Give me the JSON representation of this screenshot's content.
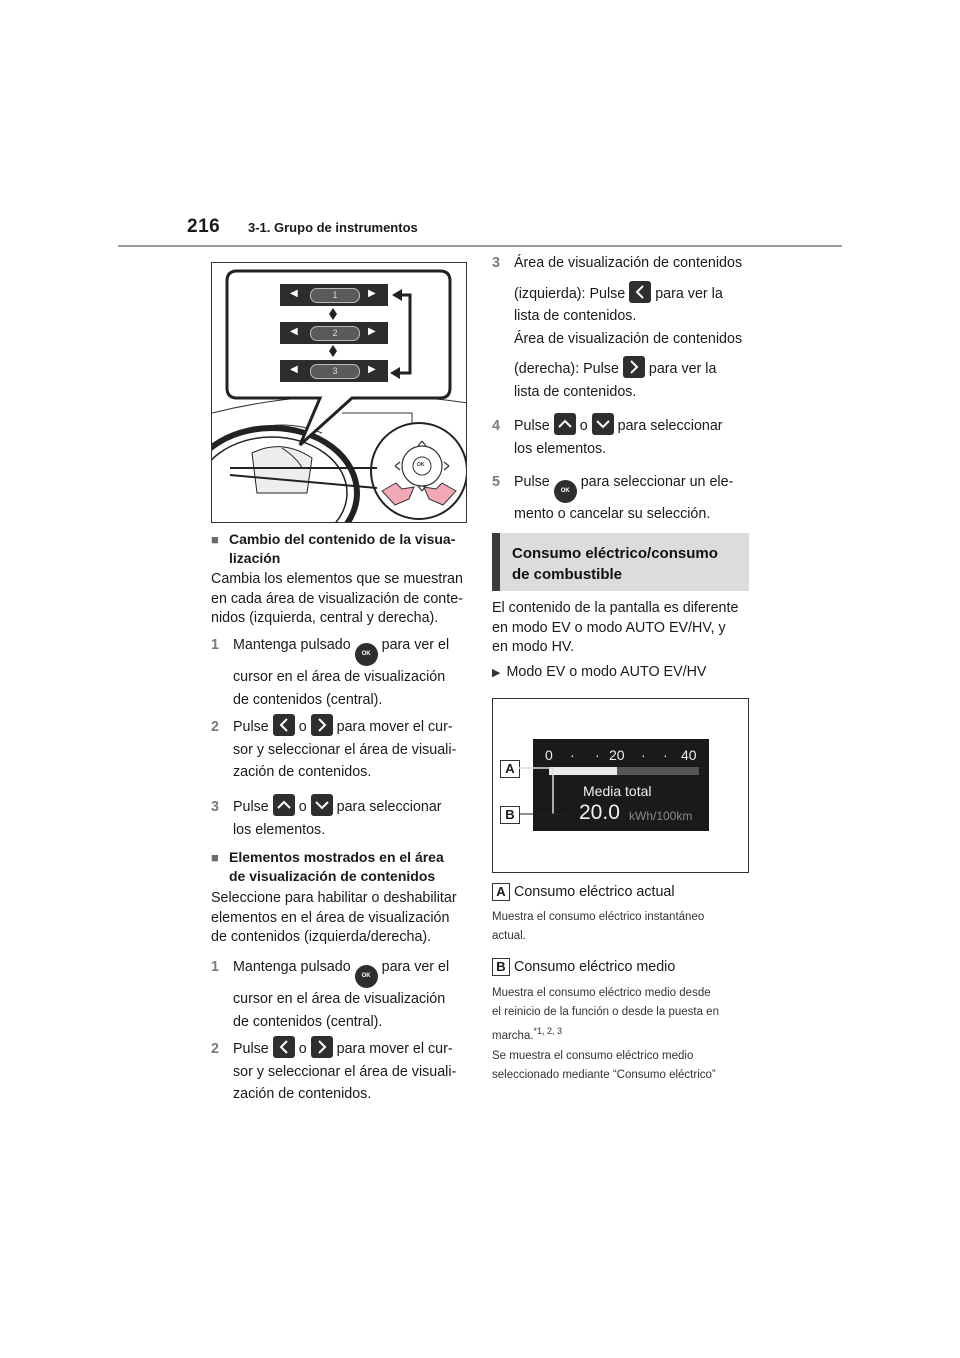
{
  "header": {
    "page_number": "216",
    "section": "3-1. Grupo de instrumentos"
  },
  "illustration1": {
    "row_labels": [
      "1",
      "2",
      "3"
    ],
    "ok_label": "OK"
  },
  "left": {
    "h1": "Cambio del contenido de la visua-\nlización",
    "p1": "Cambia los elementos que se muestran\nen cada área de visualización de conte-\nnidos (izquierda, central y derecha).",
    "s1_num": "1",
    "s1_a": "Mantenga pulsado",
    "s1_b": "para ver el",
    "s1_c": "cursor en el área de visualización",
    "s1_d": "de contenidos (central).",
    "s2_num": "2",
    "s2_a": "Pulse",
    "s2_o": "o",
    "s2_b": "para mover el cur-",
    "s2_c": "sor y seleccionar el área de visuali-",
    "s2_d": "zación de contenidos.",
    "s3_num": "3",
    "s3_a": "Pulse",
    "s3_o": "o",
    "s3_b": "para seleccionar",
    "s3_c": "los elementos.",
    "h2": "Elementos mostrados en el área\nde visualización de contenidos",
    "p2": "Seleccione para habilitar o deshabilitar\nelementos en el área de visualización\nde contenidos (izquierda/derecha).",
    "t1_num": "1",
    "t1_a": "Mantenga pulsado",
    "t1_b": "para ver el",
    "t1_c": "cursor en el área de visualización",
    "t1_d": "de contenidos (central).",
    "t2_num": "2",
    "t2_a": "Pulse",
    "t2_o": "o",
    "t2_b": "para mover el cur-",
    "t2_c": "sor y seleccionar el área de visuali-",
    "t2_d": "zación de contenidos."
  },
  "right": {
    "r3_num": "3",
    "r3_a": "Área de visualización de contenidos",
    "r3_b": "(izquierda): Pulse",
    "r3_c": "para ver la",
    "r3_d": "lista de contenidos.",
    "r3_e": "Área de visualización de contenidos",
    "r3_f": "(derecha): Pulse",
    "r3_g": "para ver la",
    "r3_h": "lista de contenidos.",
    "r4_num": "4",
    "r4_a": "Pulse",
    "r4_o": "o",
    "r4_b": "para seleccionar",
    "r4_c": "los elementos.",
    "r5_num": "5",
    "r5_a": "Pulse",
    "r5_b": "para seleccionar un ele-",
    "r5_c": "mento o cancelar su selección.",
    "section_title": "Consumo eléctrico/consumo\nde combustible",
    "p1": "El contenido de la pantalla es diferente\nen modo EV o modo AUTO EV/HV, y\nen modo HV.",
    "mode": "Modo EV o modo AUTO EV/HV",
    "display": {
      "scale": [
        "0",
        "·",
        "·",
        "20",
        "·",
        "·",
        "40"
      ],
      "caption": "Media total",
      "value": "20.0",
      "unit": "kWh/100km",
      "bar_level": 0.45
    },
    "labels": [
      "A",
      "B"
    ],
    "a_title": "Consumo eléctrico actual",
    "a_desc": "Muestra el consumo eléctrico instantáneo\nactual.",
    "b_title": "Consumo eléctrico medio",
    "b_desc": "Muestra el consumo eléctrico medio desde\nel reinicio de la función o desde la puesta en\nmarcha.",
    "b_sup": "*1, 2, 3",
    "b_desc2": "Se muestra el consumo eléctrico medio\nseleccionado mediante “Consumo eléctrico”"
  }
}
